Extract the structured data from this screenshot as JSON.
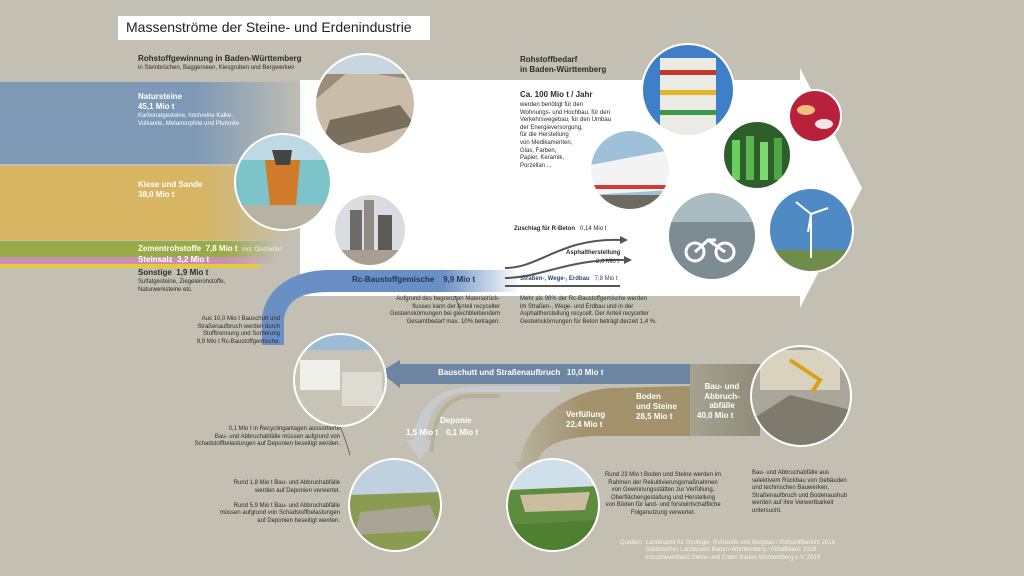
{
  "title": "Massenströme der Steine- und Erdenindustrie",
  "left": {
    "heading": "Rohstoffgewinnung in Baden-Württemberg",
    "subheading": "in Steinbrüchen, Baggerseen, Kiesgruben und Bergwerken",
    "naturstein": {
      "label": "Natursteine",
      "value": "45,1 Mio t",
      "desc": "Karbonatgesteine, hochreine Kalke,\nVulkanite, Metamorphite und Plutonite"
    },
    "kies": {
      "label": "Kiese und Sande",
      "value": "38,0 Mio t"
    },
    "zement": {
      "label": "Zementrohstoffe",
      "value": "7,8 Mio t",
      "note": "incl. Ölschiefer"
    },
    "steinsalz": {
      "label": "Steinsalz",
      "value": "3,2 Mio t"
    },
    "sonstige": {
      "label": "Sonstige",
      "value": "1,9 Mio t",
      "desc": "Sulfatgesteine, Ziegeleirohstoffe,\nNaturwerksteine etc."
    }
  },
  "right": {
    "heading": "Rohstoffbedarf\nin Baden-Württemberg",
    "amount": "Ca. 100 Mio t / Jahr",
    "desc": "werden benötigt für den\nWohnungs- und Hochbau, für den\nVerkehrswegebau, für den Umbau\nder Energieversorgung,\nfür die Herstellung\nvon Medikamenten,\nGlas, Farben,\nPapier, Keramik,\nPorzellan ..."
  },
  "rc": {
    "label": "Rc-Baustoffgemische",
    "value": "9,9 Mio t",
    "zuschlag": {
      "label": "Zuschlag für R-Beton",
      "value": "0,14 Mio t"
    },
    "asphalt": {
      "label": "Asphaltherstellung",
      "value": "2,0 Mio t"
    },
    "strassen": {
      "label": "Straßen-, Wege-, Erdbau",
      "value": "7,8 Mio t"
    },
    "desc_left": "Aufgrund des begrenzten Materialrück-\nflusses kann der Anteil recycelter\nGesteinskörnungen bei gleichbleibendem\nGesamtbedarf max. 10% betragen.",
    "desc_right": "Mehr als 98% der Rc-Baustoffgemische werden\nim Straßen-, Wege- und Erdbau und in der\nAsphaltherstellung recycelt. Der Anteil recycelter\nGesteinskörnungen für Beton beträgt derzeit 1,4 %."
  },
  "recycling_text": "Aus 10,0 Mio t Bauschutt und\nStraßenaufbruch werden durch\nStofftrennung und Sortierung\n9,9 Mio t Rc-Baustoffgemische.",
  "bauschutt": {
    "label": "Bauschutt und Straßenaufbruch",
    "value": "10,0 Mio t"
  },
  "bauabfaelle": {
    "label": "Bau- und\nAbbruch-\nabfälle",
    "value": "40,0 Mio t",
    "desc": "Bau- und Abbruchabfälle aus\nselektivem Rückbau von Gebäuden\nund technischen Bauwerken,\nStraßenaufbruch und Bodenaushub\nwerden auf ihre Verwertbarkeit\nuntersucht."
  },
  "boden": {
    "label": "Boden\nund Steine",
    "value": "28,5 Mio t"
  },
  "verfuellung": {
    "label": "Verfüllung",
    "value": "22,4 Mio t",
    "desc": "Rund 23 Mio t Boden und Steine werden im\nRahmen der Rekultivierungsmaßnahmen\nvon Gewinnungsstätten zur Verfüllung,\nOberflächengestaltung und Herstellung\nvon Böden für land- und forstwirtschaftliche\nFolgenutzung verwertet."
  },
  "deponie": {
    "label": "Deponie",
    "value_a": "1,5 Mio t",
    "value_b": "0,1 Mio t",
    "desc_top": "0,1 Mio t in Recyclinganlagen aussortierte\nBau- und Abbruchabfälle müssen aufgrund von\nSchadstoffbelastungen auf Deponien beseitigt werden.",
    "desc_bottom": "Rund 1,8 Mio t Bau- und Abbruchabfälle\nwerden auf Deponien verwertet.\n\nRund 5,9 Mio t Bau- und Abbruchabfälle\nmüssen aufgrund von Schadstoffbelastungen\nauf Deponien beseitigt werden."
  },
  "sources": "Quellen:  Landesamt für Geologie, Rohstoffe und Bergbau / Rohstoffbericht 2019\n               Statistisches Landesamt Baden-Württemberg / Abfallbilanz 2019\n               Industrieverband Steine und Erden Baden-Württemberg e.V. 2019",
  "colors": {
    "background": "#c3c0b3",
    "naturstein": "#7e99b5",
    "kies": "#d7b562",
    "zement": "#9aaa46",
    "steinsalz": "#c98fb4",
    "sonstige": "#e7c93a",
    "rc": "#6a8fc4",
    "bauschutt": "#6c85a3",
    "boden": "#a2916b",
    "arrow": "#ffffff"
  },
  "icons": [
    "quarry-photo",
    "excavator-photo",
    "plant-photo",
    "apartment-photo",
    "pills-photo",
    "train-photo",
    "glass-photo",
    "bike-photo",
    "windturbine-photo",
    "recycling-photo",
    "demolition-photo",
    "landfill-photo",
    "backfill-photo"
  ]
}
